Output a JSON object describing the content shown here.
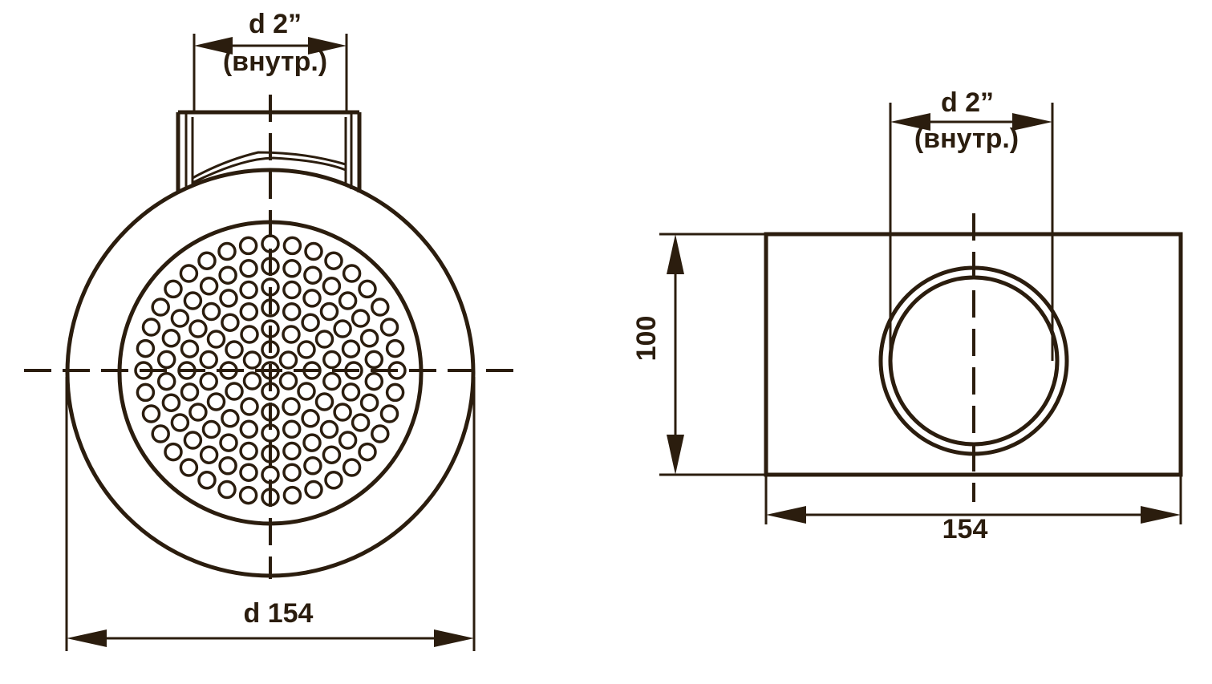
{
  "front_view": {
    "pipe_label": "d 2”",
    "pipe_sub": "(внутр.)",
    "diameter_label": "d 154"
  },
  "side_view": {
    "pipe_label": "d 2”",
    "pipe_sub": "(внутр.)",
    "height_label": "100",
    "width_label": "154"
  },
  "colors": {
    "ink": "#2b1d0e",
    "background": "#ffffff"
  },
  "perforation": {
    "hole_count_note": ""
  }
}
